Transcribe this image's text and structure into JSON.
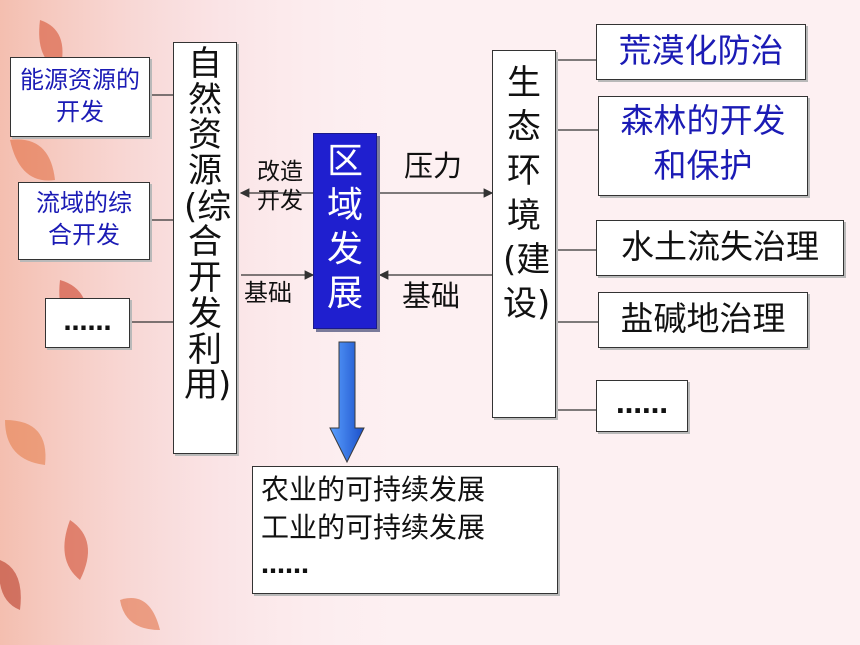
{
  "left_boxes": {
    "energy": "能源资源的开发",
    "basin": "流域的综合开发",
    "more": "……"
  },
  "natural_resources": "自然资源(综合开发利用)",
  "center": "区域发展",
  "ecology": "生态环境(建设)",
  "labels": {
    "reform_dev": "改造开发",
    "basis_left": "基础",
    "pressure": "压力",
    "basis_right": "基础"
  },
  "right_boxes": {
    "desert": "荒漠化防治",
    "forest": "森林的开发和保护",
    "soil": "水土流失治理",
    "saline": "盐碱地治理",
    "more": "……"
  },
  "bottom": {
    "agri": "农业的可持续发展",
    "industry": "工业的可持续发展",
    "more": "……"
  },
  "colors": {
    "center_fill": "#1f1fcf",
    "center_text": "#ffffff",
    "blue_text": "#1b1bb5",
    "arrow_fill": "#2a6be0"
  }
}
